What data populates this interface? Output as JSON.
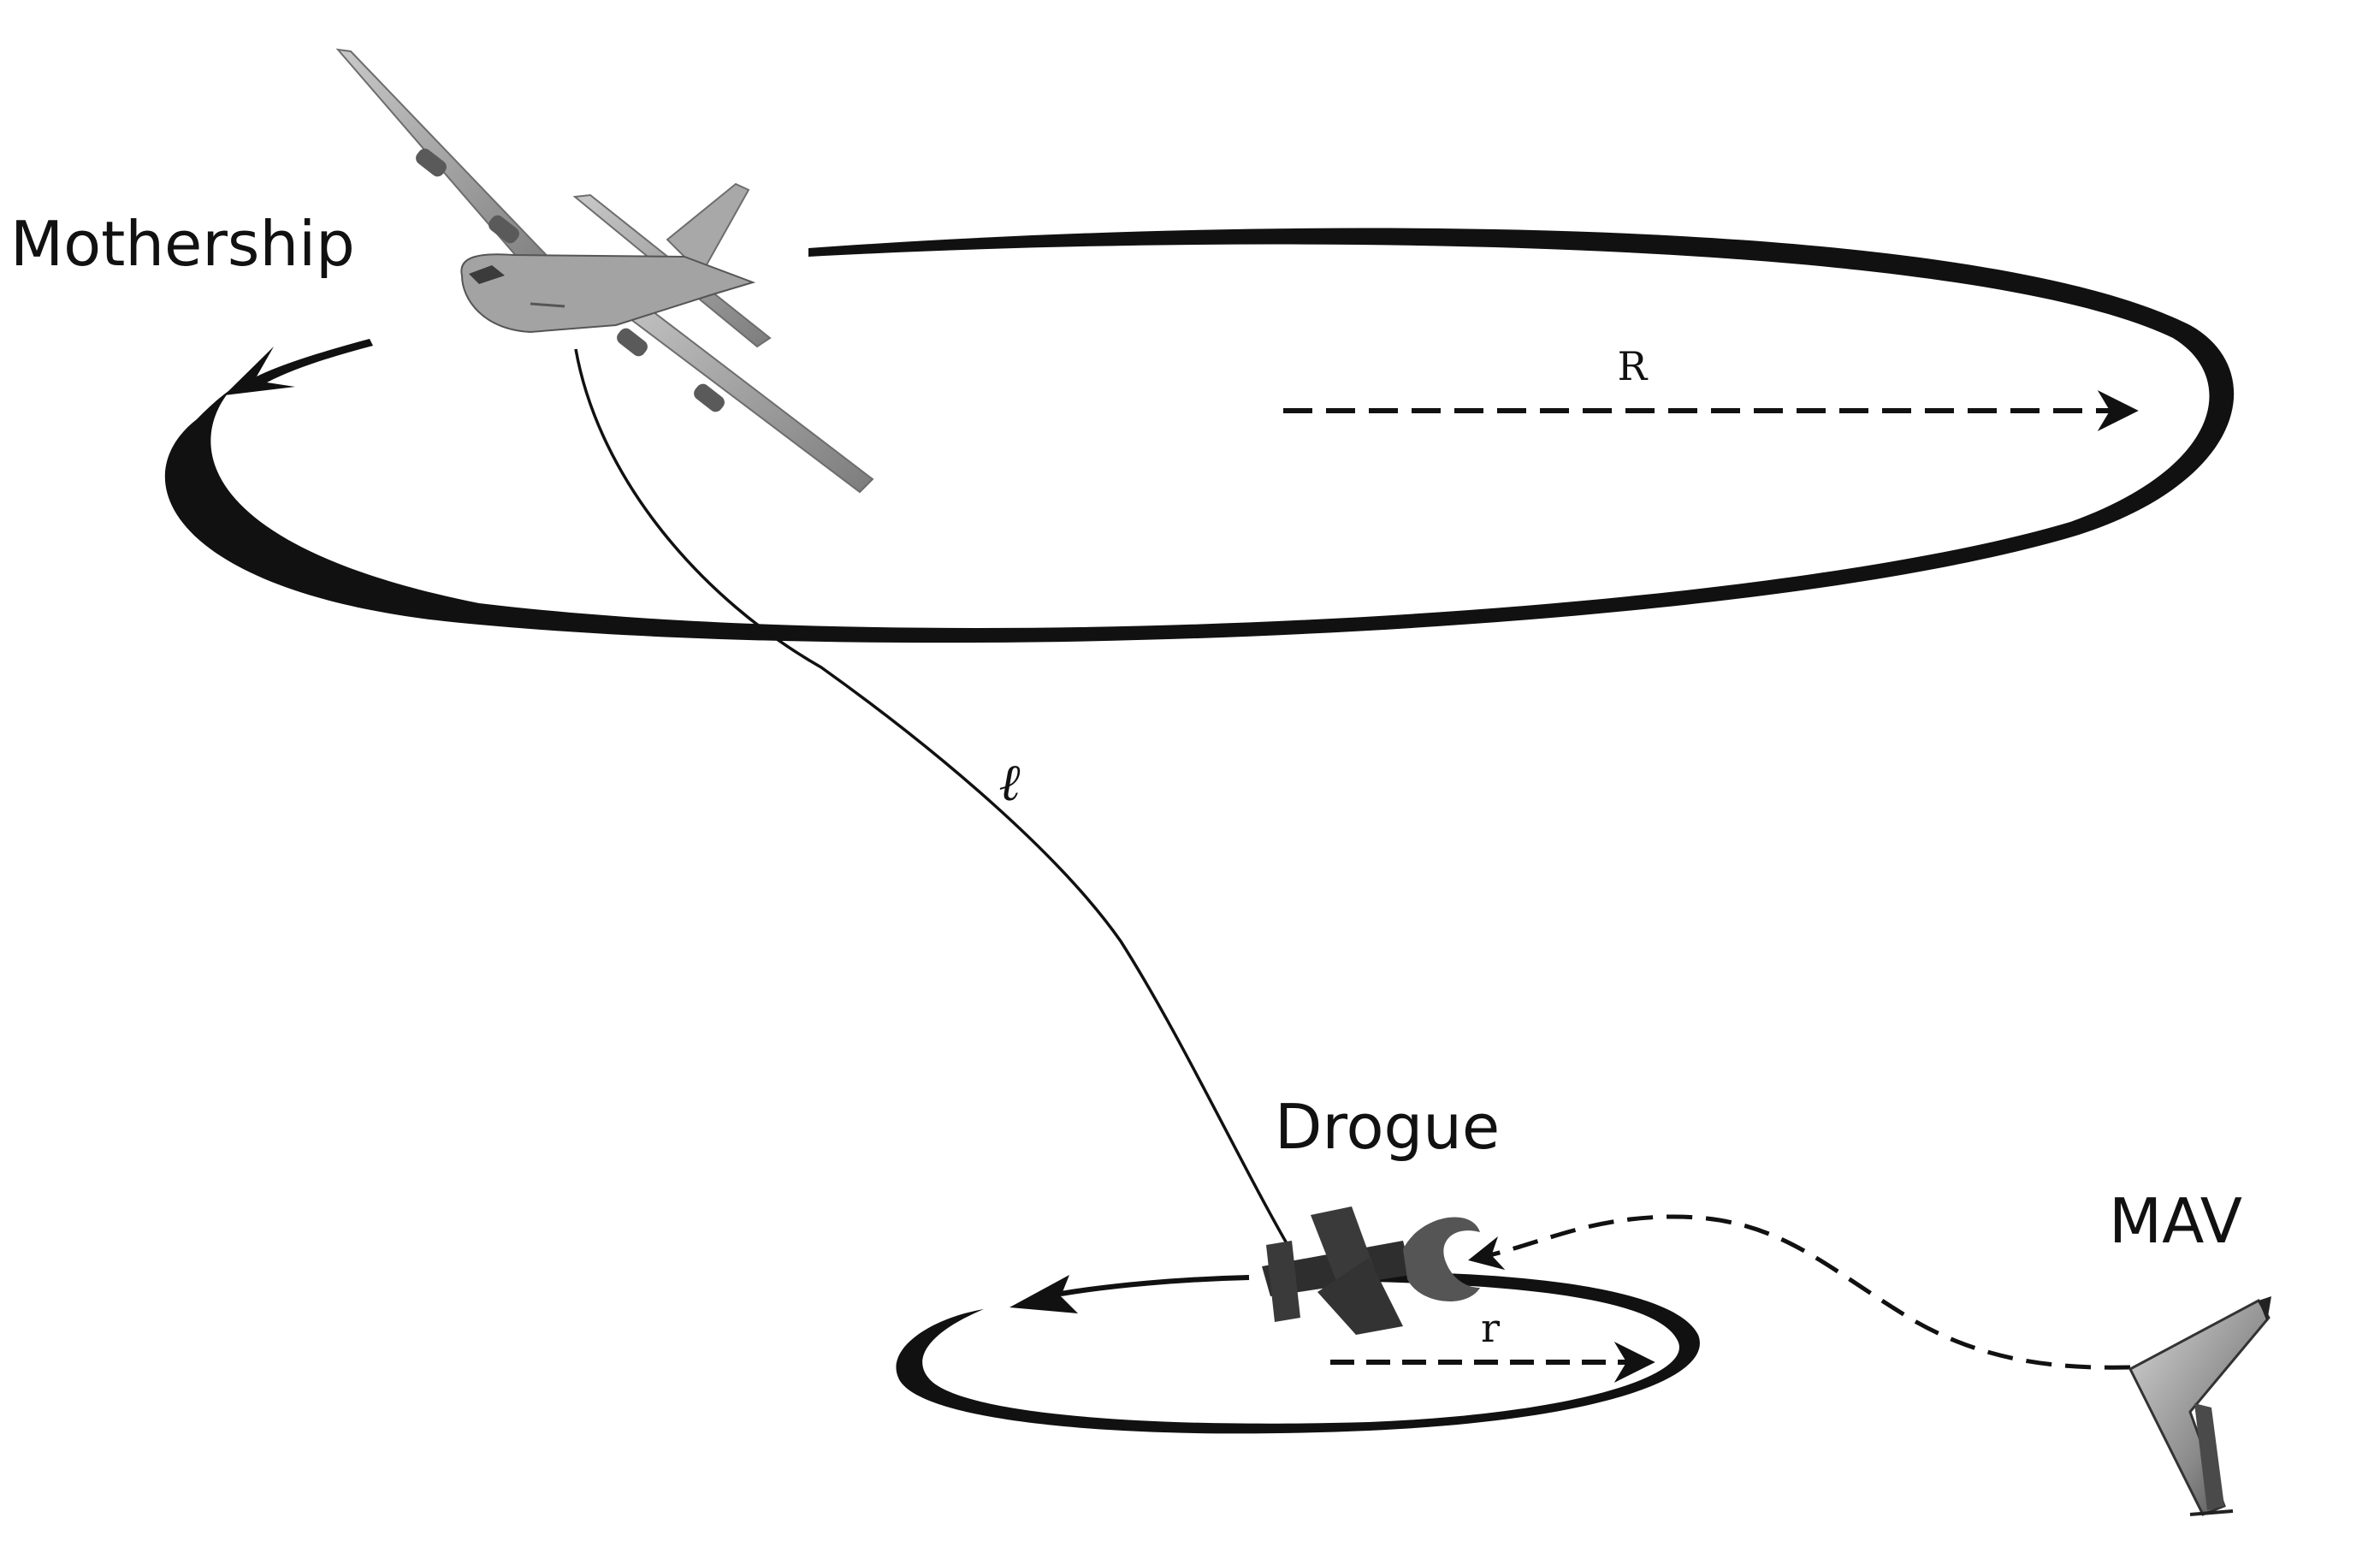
{
  "labels": {
    "mothership": "Mothership",
    "drogue": "Drogue",
    "mav": "MAV",
    "big_radius": "R",
    "small_radius": "r",
    "cable_length": "ℓ"
  },
  "colors": {
    "stroke": "#111111",
    "aircraft_body": "#9a9a9a",
    "aircraft_dark": "#5a5a5a",
    "drogue_body": "#2e2e2e",
    "mav_body": "#8c8c8c"
  }
}
